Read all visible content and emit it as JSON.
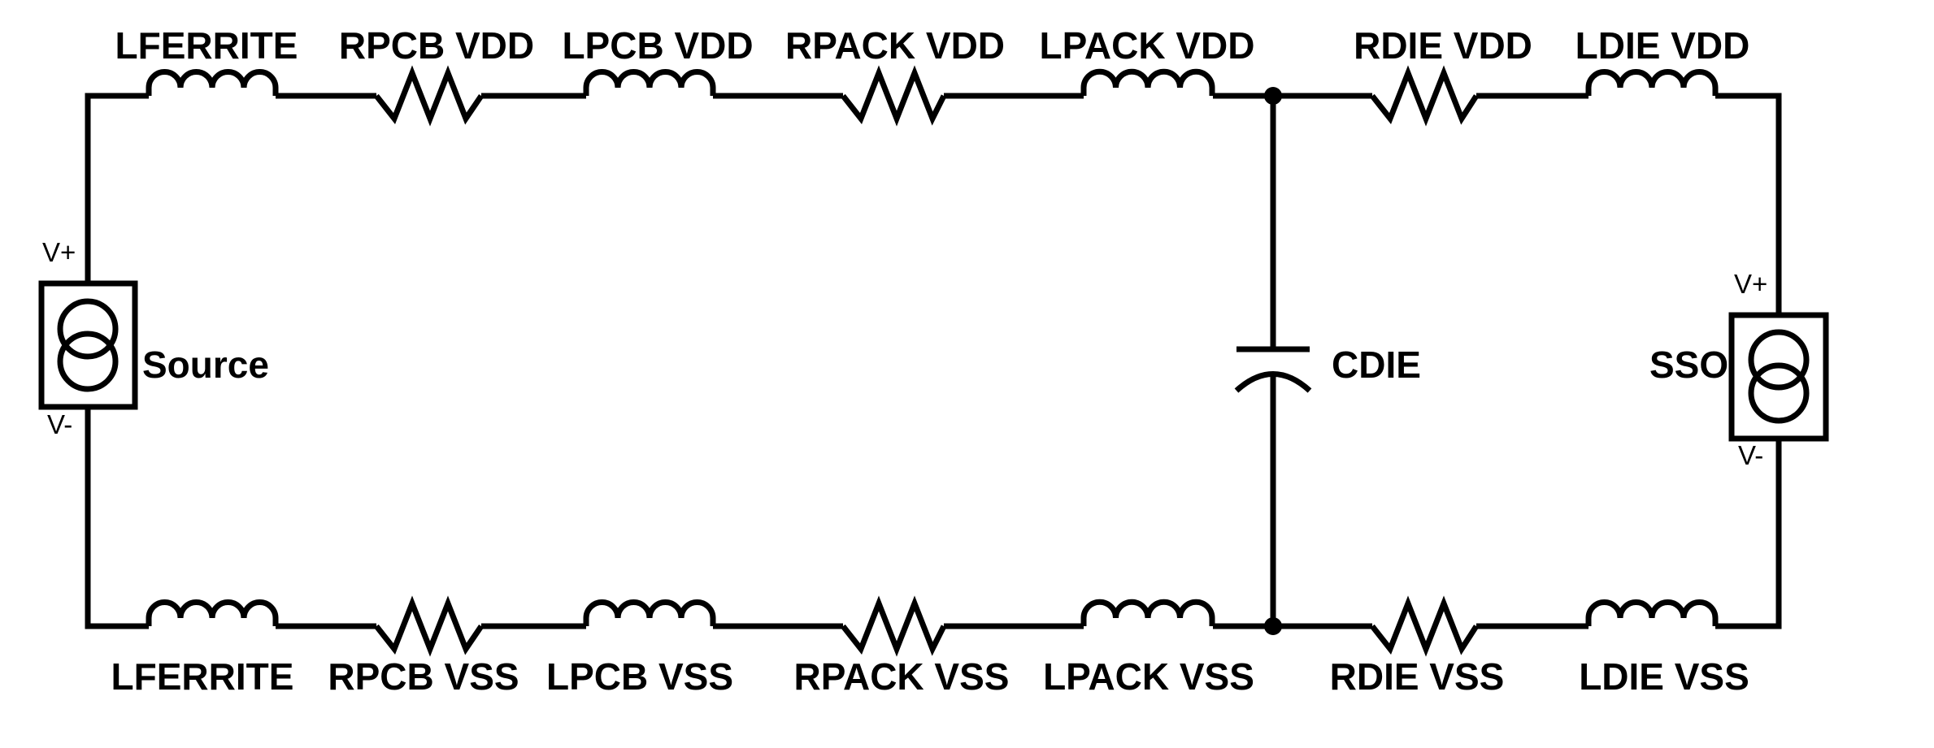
{
  "colors": {
    "stroke": "#000000",
    "background": "#ffffff"
  },
  "top_rail": {
    "lferrite": "LFERRITE",
    "rpcb": "RPCB VDD",
    "lpcb": "LPCB VDD",
    "rpack": "RPACK VDD",
    "lpack": "LPACK VDD",
    "rdie": "RDIE VDD",
    "ldie": "LDIE VDD"
  },
  "bottom_rail": {
    "lferrite": "LFERRITE",
    "rpcb": "RPCB VSS",
    "lpcb": "LPCB VSS",
    "rpack": "RPACK VSS",
    "lpack": "LPACK VSS",
    "rdie": "RDIE VSS",
    "ldie": "LDIE VSS"
  },
  "source": {
    "label": "Source",
    "pos": "V+",
    "neg": "V-"
  },
  "sso": {
    "label": "SSO",
    "pos": "V+",
    "neg": "V-"
  },
  "cdie": {
    "label": "CDIE"
  }
}
